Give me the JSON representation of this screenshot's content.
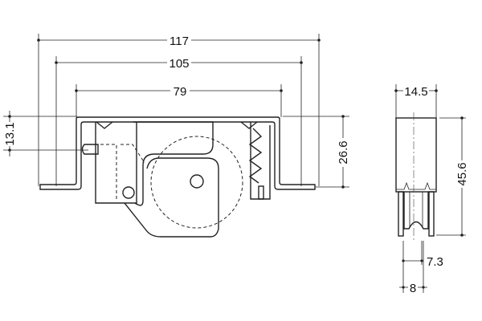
{
  "front_view": {
    "dimensions": {
      "overall_width": "117",
      "flange_width": "105",
      "channel_width": "79",
      "screw_height": "13.1",
      "channel_height": "26.6"
    }
  },
  "side_view": {
    "dimensions": {
      "body_width": "14.5",
      "overall_height": "45.6",
      "wheel_inner": "7.3",
      "wheel_outer": "8"
    }
  },
  "colors": {
    "line": "#222222",
    "background": "#ffffff"
  }
}
